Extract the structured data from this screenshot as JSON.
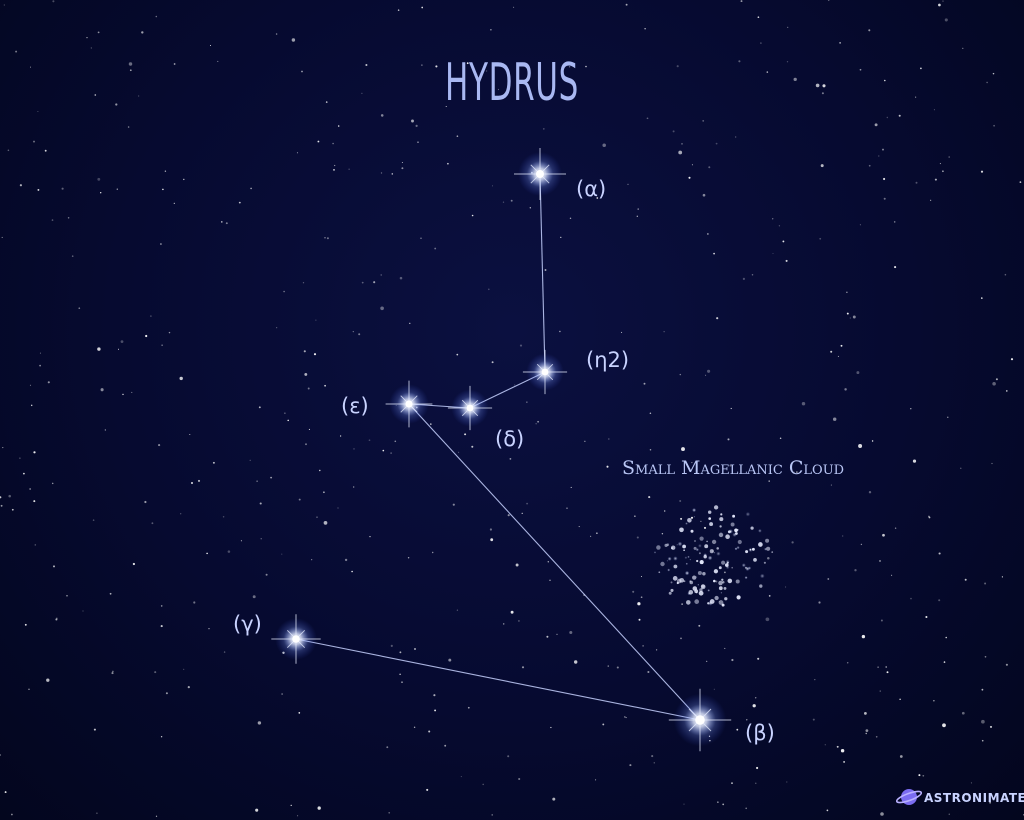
{
  "title": "HYDRUS",
  "stars": [
    {
      "id": "alpha",
      "label": "(α)"
    },
    {
      "id": "eta2",
      "label": "(η2)"
    },
    {
      "id": "epsilon",
      "label": "(ε)"
    },
    {
      "id": "delta",
      "label": "(δ)"
    },
    {
      "id": "gamma",
      "label": "(γ)"
    },
    {
      "id": "beta",
      "label": "(β)"
    }
  ],
  "lines": [
    [
      "alpha",
      "eta2"
    ],
    [
      "eta2",
      "delta"
    ],
    [
      "delta",
      "epsilon"
    ],
    [
      "epsilon",
      "beta"
    ],
    [
      "beta",
      "gamma"
    ]
  ],
  "deep_sky": {
    "label": "Small Magellanic Cloud"
  },
  "brand": {
    "name": "ASTRONIMATE"
  },
  "colors": {
    "background": "#05082a",
    "title": "#a9b8f2",
    "labels": "#c9d3ff",
    "lines": "#c7d2ff"
  }
}
